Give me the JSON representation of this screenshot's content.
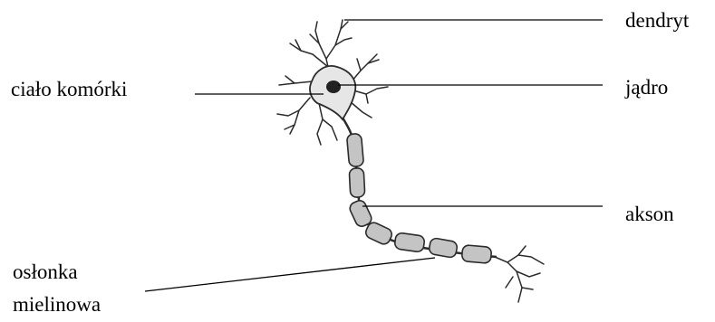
{
  "labels": {
    "dendrite": "dendryt",
    "cell_body": "ciało komórki",
    "nucleus": "jądro",
    "axon": "akson",
    "myelin_line1": "osłonka",
    "myelin_line2": "mielinowa"
  },
  "colors": {
    "ink": "#000000",
    "drawing": "#2b2b2b",
    "sheath_fill": "#c4c4c4",
    "body_fill": "#e6e6e6"
  }
}
